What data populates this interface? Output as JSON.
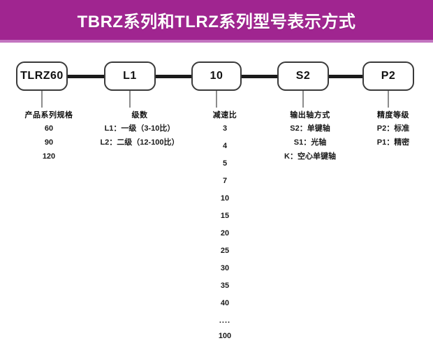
{
  "banner": {
    "title": "TBRZ系列和TLRZ系列型号表示方式",
    "background_color": "#a02590",
    "underline_color": "#c374c0",
    "text_color": "#ffffff"
  },
  "model_code_boxes": [
    {
      "label": "TLRZ60"
    },
    {
      "label": "L1"
    },
    {
      "label": "10"
    },
    {
      "label": "S2"
    },
    {
      "label": "P2"
    }
  ],
  "columns": [
    {
      "key": "series",
      "header": "产品系列规格",
      "items": [
        "60",
        "90",
        "120"
      ]
    },
    {
      "key": "stage",
      "header": "级数",
      "items": [
        "L1：一级（3-10比）",
        "L2：二级（12-100比）"
      ]
    },
    {
      "key": "ratio",
      "header": "减速比",
      "items": [
        "3",
        "4",
        "5",
        "7",
        "10",
        "15",
        "20",
        "25",
        "30",
        "35",
        "40",
        "....",
        "100"
      ]
    },
    {
      "key": "shaft",
      "header": "输出轴方式",
      "items": [
        "S2：单键轴",
        "S1：光轴",
        "K：空心单键轴"
      ]
    },
    {
      "key": "accuracy",
      "header": "精度等级",
      "items": [
        "P2：标准",
        "P1：精密"
      ]
    }
  ]
}
